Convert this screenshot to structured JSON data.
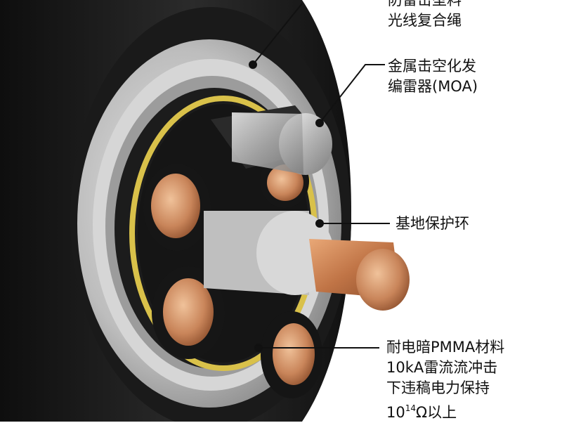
{
  "image": {
    "subject": "cable-cross-section",
    "colors": {
      "jacket": "#1e1e1e",
      "shield": "#c9c9c9",
      "yellow_band": "#d9c14a",
      "copper": "#c98a5a",
      "aluminum": "#c8c8c8"
    }
  },
  "callouts": [
    {
      "lines": [
        "防雷击型料",
        "光线复合绳"
      ]
    },
    {
      "lines": [
        "金属击空化发",
        "编雷器(MOA)"
      ]
    },
    {
      "lines": [
        "基地保护环"
      ]
    },
    {
      "lines": [
        "耐电暗PMMA材料",
        "10kA雷流流冲击",
        "下违稿电力保持",
        "10",
        "14",
        "Ω以上"
      ]
    }
  ]
}
